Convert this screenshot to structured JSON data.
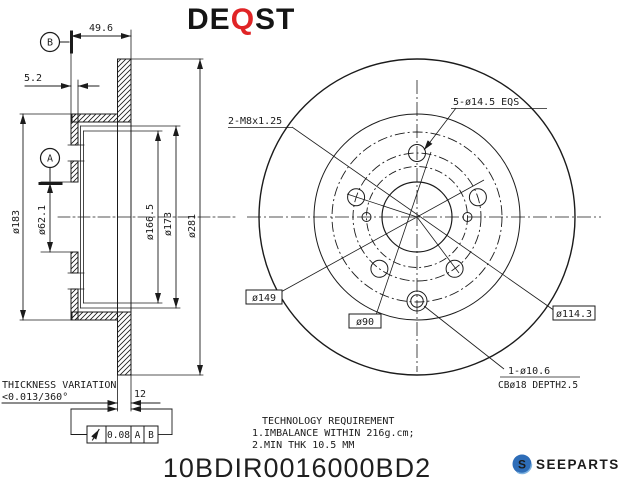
{
  "brand": {
    "de": "DE",
    "q": "Q",
    "st": "ST",
    "q_color": "#e02426",
    "ink_color": "#151515"
  },
  "part_number": "10BDIR0016000BD2",
  "footer_logo": {
    "icon": "seeparts-circle-s-icon",
    "icon_letter": "S",
    "name": "SEEPARTS",
    "icon_color": "#2e6db8",
    "text_color": "#8d929b"
  },
  "section_view": {
    "datum_a": "A",
    "datum_b": "B",
    "dim_total_width": "49.6",
    "dim_face_thickness": "5.2",
    "dim_hat_od": "ø183",
    "dim_center_bore": "ø62.1",
    "dim_inner_166": "ø166.5",
    "dim_inner_173": "ø173",
    "dim_outer": "ø281",
    "dim_disc_thickness": "12",
    "thickness_variation_line1": "THICKNESS VARIATION",
    "thickness_variation_line2": "<0.013/360°",
    "runout_frame": {
      "symbol_icon": "circular-runout-icon",
      "runout_symbol": "↗",
      "tolerance": "0.08",
      "datum1": "A",
      "datum2": "B"
    }
  },
  "front_view": {
    "label_thread_holes": "2-M8x1.25",
    "label_bolt_holes": "5-ø14.5 EQS",
    "dim_bcd_149": "ø149",
    "dim_bcd_90": "ø90",
    "dim_bcd_114": "ø114.3",
    "label_balance_hole_line1": "1-ø10.6",
    "label_balance_hole_line2": "CBø18 DEPTH2.5"
  },
  "notes": {
    "title": "TECHNOLOGY REQUIREMENT",
    "item1": "1.IMBALANCE WITHIN 216g.cm;",
    "item2": "2.MIN THK 10.5 MM"
  }
}
